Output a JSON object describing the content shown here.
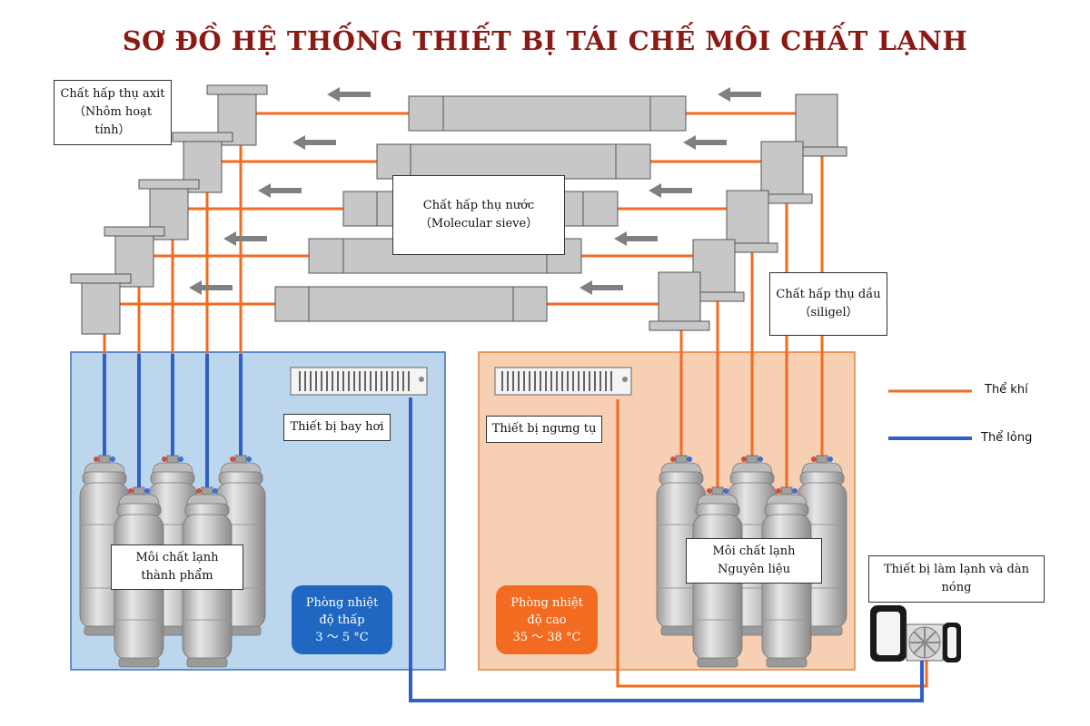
{
  "title": "SƠ ĐỒ HỆ THỐNG THIẾT BỊ TÁI CHẾ MÔI CHẤT LẠNH",
  "labels": {
    "acid_absorber": "Chất hấp thụ axit\n（Nhôm hoạt\ntính）",
    "water_absorber": "Chất hấp thụ nước\n（Molecular sieve）",
    "oil_absorber": "Chất hấp thụ dầu\n（siligel）",
    "evaporator": "Thiết bị bay hơi",
    "condenser": "Thiết bị ngưng tụ",
    "product_refrigerant": "Môi chất lạnh\nthành phẩm",
    "raw_refrigerant": "Môi chất lạnh\nNguyên liệu",
    "cooling_unit": "Thiết bị làm lạnh và dàn\nnóng"
  },
  "rooms": {
    "low_temp": "Phòng nhiệt\nđộ thấp\n3 ～ 5 °C",
    "high_temp": "Phòng nhiệt\nđộ cao\n35 ～ 38 °C"
  },
  "legend": {
    "gas": "Thể khí",
    "liquid": "Thể lỏng"
  },
  "colors": {
    "title": "#8b1a14",
    "gas_line": "#f26b21",
    "liquid_line": "#2f5fc9",
    "low_room_fill": "#bcd6ee",
    "low_room_border": "#3b6fb6",
    "high_room_fill": "#f7cfb2",
    "high_room_border": "#e8813a",
    "low_badge": "#1f67c0",
    "high_badge": "#f26b21",
    "vessel": "#c7c7c7",
    "arrow": "#808080"
  },
  "icons": {
    "cylinder": "gas-cylinder-icon",
    "valve": "valve-icon",
    "arrow": "flow-arrow-icon",
    "fan": "fan-icon",
    "coil": "heat-exchanger-coil-icon"
  }
}
